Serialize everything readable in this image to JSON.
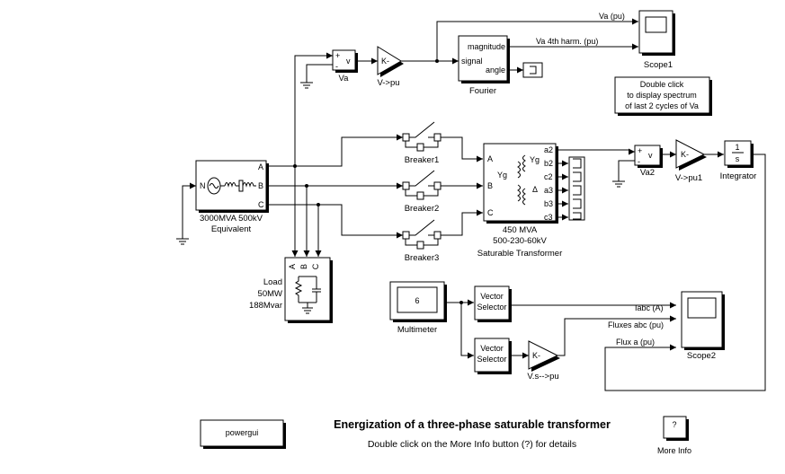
{
  "blocks": {
    "va_meas": {
      "label": "Va",
      "symbol": "v",
      "plus": "+",
      "minus": "-"
    },
    "gain1": {
      "label": "V->pu",
      "symbol": "K-"
    },
    "fourier": {
      "label": "Fourier",
      "port_in": "signal",
      "port_mag": "magnitude",
      "port_ang": "angle"
    },
    "scope1": {
      "label": "Scope1"
    },
    "note": {
      "line1": "Double click",
      "line2": "to display spectrum",
      "line3": "of last 2 cycles of Va"
    },
    "source": {
      "label1": "3000MVA  500kV",
      "label2": "Equivalent",
      "port_n": "N",
      "port_a": "A",
      "port_b": "B",
      "port_c": "C"
    },
    "breaker1": {
      "label": "Breaker1"
    },
    "breaker2": {
      "label": "Breaker2"
    },
    "breaker3": {
      "label": "Breaker3"
    },
    "transformer": {
      "label1": "450 MVA",
      "label2": "500-230-60kV",
      "label3": "Saturable Transformer",
      "in_a": "A",
      "in_b": "B",
      "in_c": "C",
      "out": [
        "a2",
        "b2",
        "c2",
        "a3",
        "b3",
        "c3"
      ],
      "wind1": "Yg",
      "wind2": "Yg",
      "wind3": "Δ"
    },
    "va2_meas": {
      "label": "Va2",
      "symbol": "v",
      "plus": "+",
      "minus": "-"
    },
    "gain2": {
      "label": "V->pu1",
      "symbol": "K-"
    },
    "integrator": {
      "label": "Integrator",
      "num": "1",
      "den": "s"
    },
    "load": {
      "label1": "Load",
      "label2": "50MW",
      "label3": "188Mvar",
      "port_a": "A",
      "port_b": "B",
      "port_c": "C"
    },
    "multimeter": {
      "label": "Multimeter",
      "value": "6"
    },
    "vsel1": {
      "line1": "Vector",
      "line2": "Selector"
    },
    "vsel2": {
      "line1": "Vector",
      "line2": "Selector"
    },
    "gain3": {
      "label": "V.s-->pu",
      "symbol": "K-"
    },
    "scope2": {
      "label": "Scope2"
    },
    "powergui": {
      "label": "powergui"
    },
    "moreinfo": {
      "label": "More Info",
      "symbol": "?"
    }
  },
  "signals": {
    "va_pu": "Va (pu)",
    "va_4th": "Va 4th harm. (pu)",
    "iabc": "Iabc (A)",
    "fluxes": "Fluxes abc (pu)",
    "flux_a": "Flux a (pu)"
  },
  "footer": {
    "title": "Energization of a three-phase saturable transformer",
    "subtitle": "Double click on the More Info button (?) for details"
  }
}
